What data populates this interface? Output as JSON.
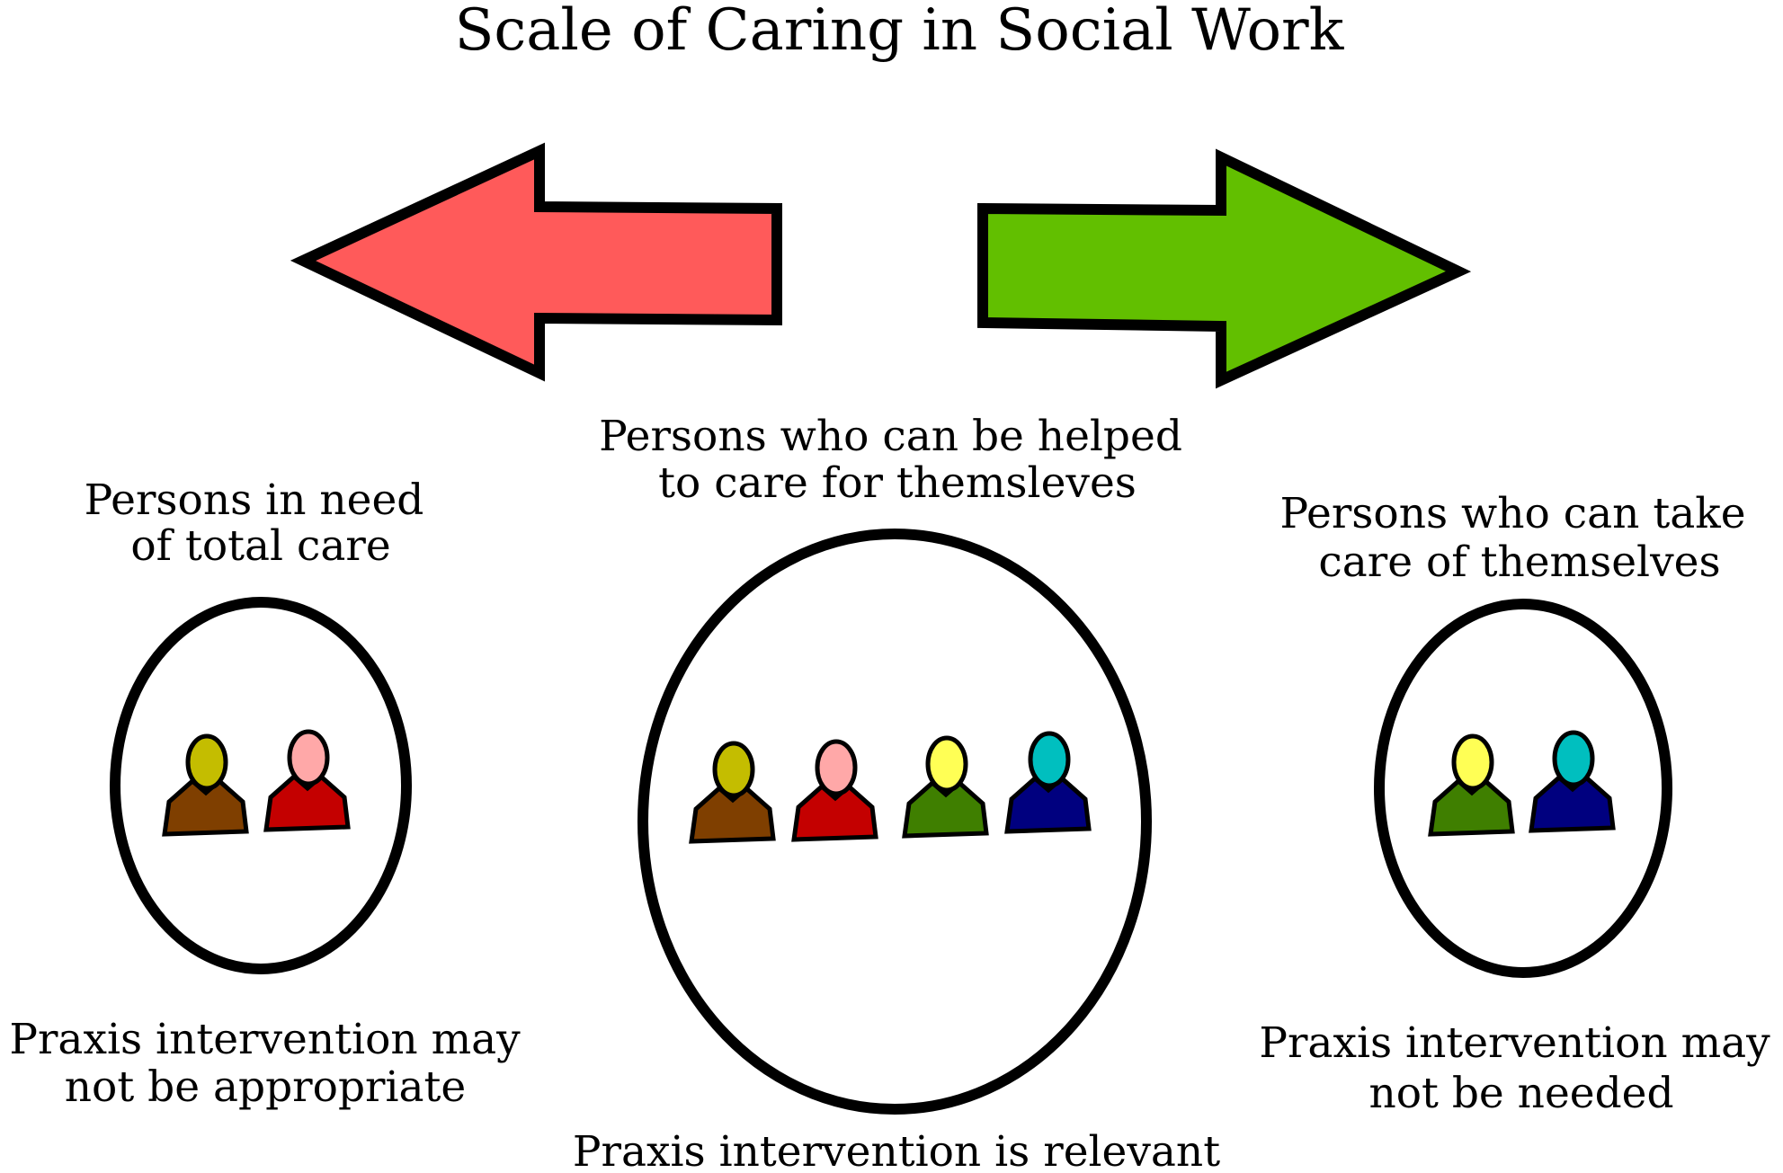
{
  "title": "Scale of Caring in Social Work",
  "colors": {
    "left_arrow": "#ff5a5a",
    "right_arrow": "#62bf00",
    "outline": "#000000"
  },
  "groups": [
    {
      "heading": [
        "Persons in need",
        "of total care"
      ],
      "footer": [
        "Praxis intervention may",
        "not be appropriate"
      ],
      "people": [
        {
          "head": "#c4bd00",
          "body": "#7f3f00"
        },
        {
          "head": "#ffa8a8",
          "body": "#c40000"
        }
      ]
    },
    {
      "heading": [
        "Persons who can be helped",
        "to care for themsleves"
      ],
      "footer": [
        "Praxis intervention is relevant"
      ],
      "people": [
        {
          "head": "#c4bd00",
          "body": "#7f3f00"
        },
        {
          "head": "#ffa8a8",
          "body": "#c40000"
        },
        {
          "head": "#ffff55",
          "body": "#3f7f00"
        },
        {
          "head": "#00bfbf",
          "body": "#00007f"
        }
      ]
    },
    {
      "heading": [
        "Persons who can take",
        "care of themselves"
      ],
      "footer": [
        "Praxis intervention may",
        "not be needed"
      ],
      "people": [
        {
          "head": "#ffff55",
          "body": "#3f7f00"
        },
        {
          "head": "#00bfbf",
          "body": "#00007f"
        }
      ]
    }
  ]
}
